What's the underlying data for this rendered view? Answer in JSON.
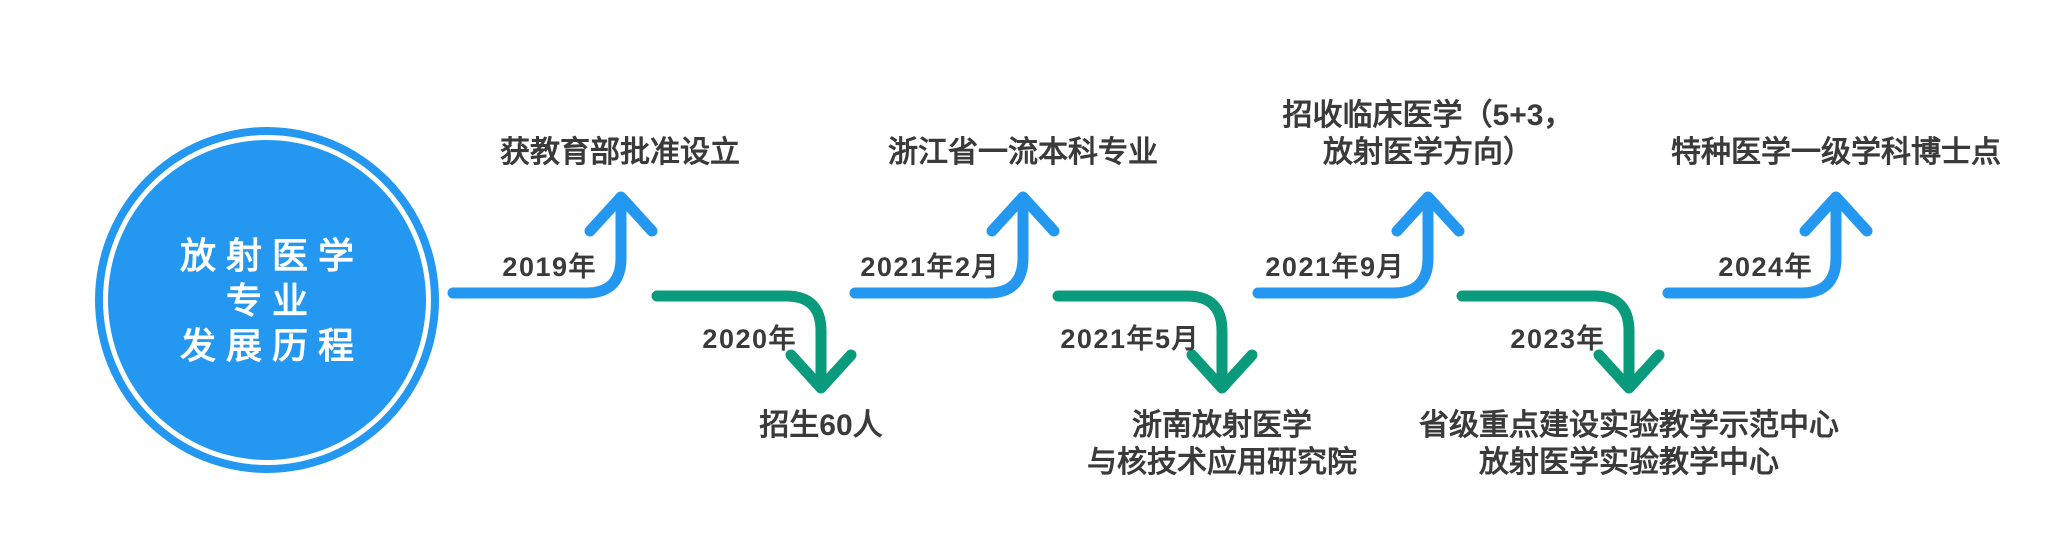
{
  "diagram_title": "放射医学专业发展历程",
  "circle": {
    "lines": [
      "放射医学",
      "专业",
      "发展历程"
    ]
  },
  "colors": {
    "blue": "#2498F0",
    "green": "#0A9B7C",
    "text": "#3A3A3A",
    "circle_ring": "#FFFFFF"
  },
  "milestones": [
    {
      "year": "2019年",
      "direction": "up",
      "color": "blue",
      "label_lines": [
        "获教育部批准设立"
      ]
    },
    {
      "year": "2020年",
      "direction": "down",
      "color": "green",
      "label_lines": [
        "招生60人"
      ]
    },
    {
      "year": "2021年2月",
      "direction": "up",
      "color": "blue",
      "label_lines": [
        "浙江省一流本科专业"
      ]
    },
    {
      "year": "2021年5月",
      "direction": "down",
      "color": "green",
      "label_lines": [
        "浙南放射医学",
        "与核技术应用研究院"
      ]
    },
    {
      "year": "2021年9月",
      "direction": "up",
      "color": "blue",
      "label_lines": [
        "招收临床医学（5+3，",
        "放射医学方向）"
      ]
    },
    {
      "year": "2023年",
      "direction": "down",
      "color": "green",
      "label_lines": [
        "省级重点建设实验教学示范中心",
        "放射医学实验教学中心"
      ]
    },
    {
      "year": "2024年",
      "direction": "up",
      "color": "blue",
      "label_lines": [
        "特种医学一级学科博士点"
      ]
    }
  ]
}
